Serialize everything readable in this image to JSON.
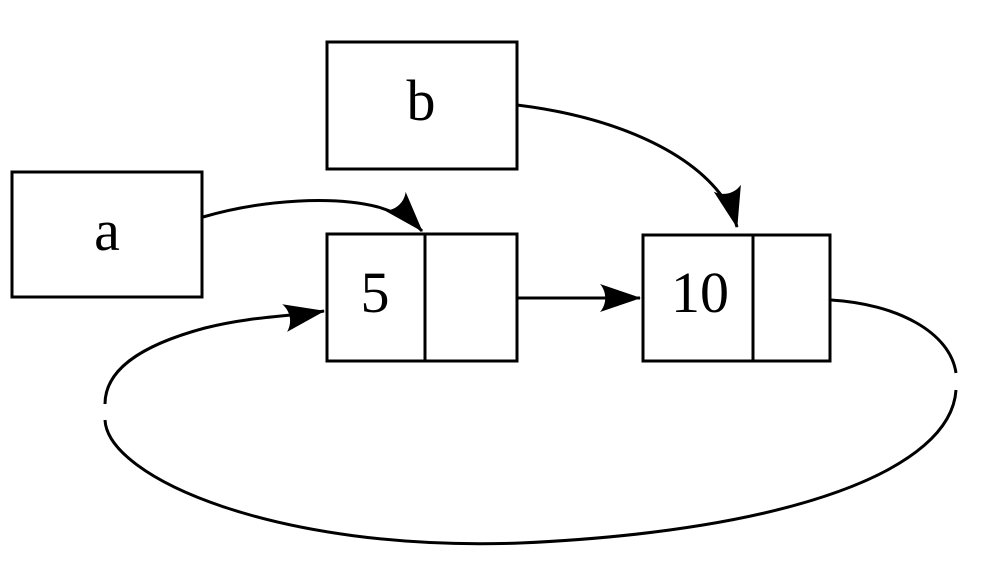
{
  "diagram": {
    "type": "linked-list-cons-cells",
    "background_color": "#ffffff",
    "stroke_color": "#000000",
    "variables": [
      {
        "id": "a",
        "label": "a"
      },
      {
        "id": "b",
        "label": "b"
      }
    ],
    "nodes": [
      {
        "id": "node5",
        "value": "5",
        "next_cell": ""
      },
      {
        "id": "node10",
        "value": "10",
        "next_cell": ""
      }
    ],
    "edges": [
      {
        "from": "a",
        "to": "node5",
        "style": "curved-arrow"
      },
      {
        "from": "b",
        "to": "node10",
        "style": "curved-arrow"
      },
      {
        "from": "node5.next",
        "to": "node10",
        "style": "straight-arrow"
      },
      {
        "from": "node10.next",
        "to": "node5",
        "style": "loop-arrow-around-bottom"
      }
    ]
  }
}
